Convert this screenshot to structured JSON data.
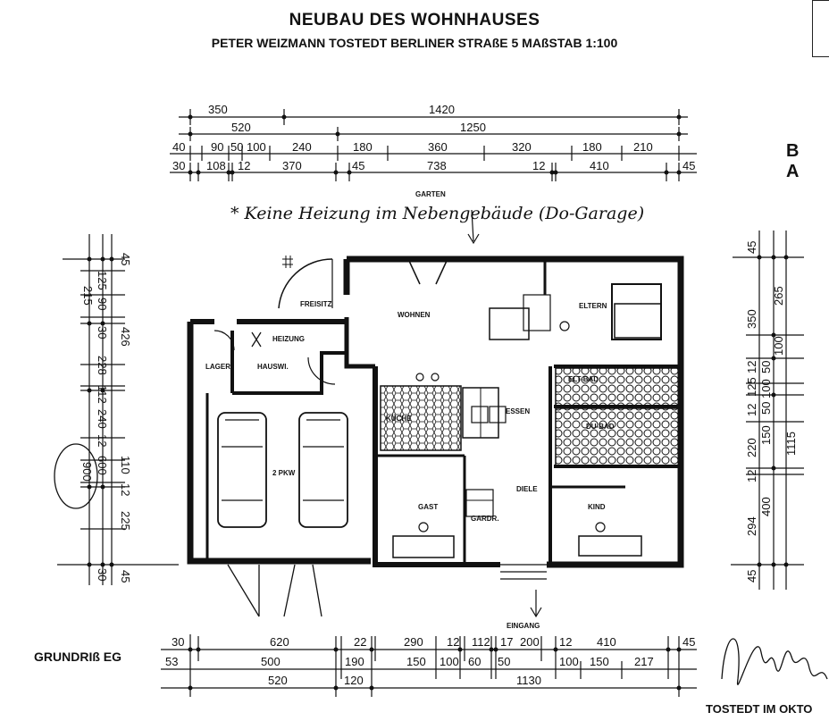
{
  "header": {
    "title": "NEUBAU DES WOHNHAUSES",
    "subtitle": "PETER WEIZMANN TOSTEDT BERLINER STRAßE 5 MAßSTAB 1:100"
  },
  "plan_caption": "GRUNDRIß EG",
  "side_label": "B A",
  "handwritten_note": "* Keine Heizung im Nebengebäude (Do-Garage)",
  "footer": {
    "location": "TOSTEDT IM OKTO"
  },
  "rooms": {
    "garten": "GARTEN",
    "freisitz": "FREISITZ",
    "wohnen": "WOHNEN",
    "eltern": "ELTERN",
    "heizung": "HEIZUNG",
    "lager": "LAGER",
    "hauswi": "HAUSWI.",
    "elt_bad": "ELT-BAD",
    "kueche": "KÜCHE",
    "essen": "ESSEN",
    "du_bad": "DU-BAD",
    "pkw": "2 PKW",
    "diele": "DIELE",
    "gast": "GAST",
    "gardr": "GARDR.",
    "kind": "KIND",
    "eingang": "EINGANG"
  },
  "dimensions": {
    "top": {
      "row1": [
        "350",
        "1420"
      ],
      "row2": [
        "520",
        "1250"
      ],
      "row3": [
        "40",
        "90",
        "50",
        "100",
        "240",
        "180",
        "360",
        "320",
        "180",
        "210"
      ],
      "row4": [
        "30",
        "108",
        "12",
        "370",
        "45",
        "738",
        "12",
        "410",
        "45"
      ]
    },
    "left": [
      "45",
      "125",
      "90",
      "215",
      "30",
      "426",
      "228",
      "112",
      "240",
      "12",
      "600",
      "110",
      "900",
      "12",
      "225",
      "30",
      "45"
    ],
    "right": [
      "45",
      "350",
      "265",
      "12",
      "100",
      "125",
      "50",
      "100",
      "12",
      "50",
      "150",
      "1115",
      "220",
      "12",
      "400",
      "294",
      "45"
    ],
    "bottom": {
      "row1": [
        "30",
        "620",
        "22",
        "290",
        "12",
        "112",
        "17",
        "200",
        "12",
        "410",
        "45"
      ],
      "row2": [
        "53",
        "500",
        "190",
        "150",
        "100",
        "60",
        "50",
        "100",
        "150",
        "217"
      ],
      "row3": [
        "520",
        "120",
        "1130"
      ]
    }
  }
}
